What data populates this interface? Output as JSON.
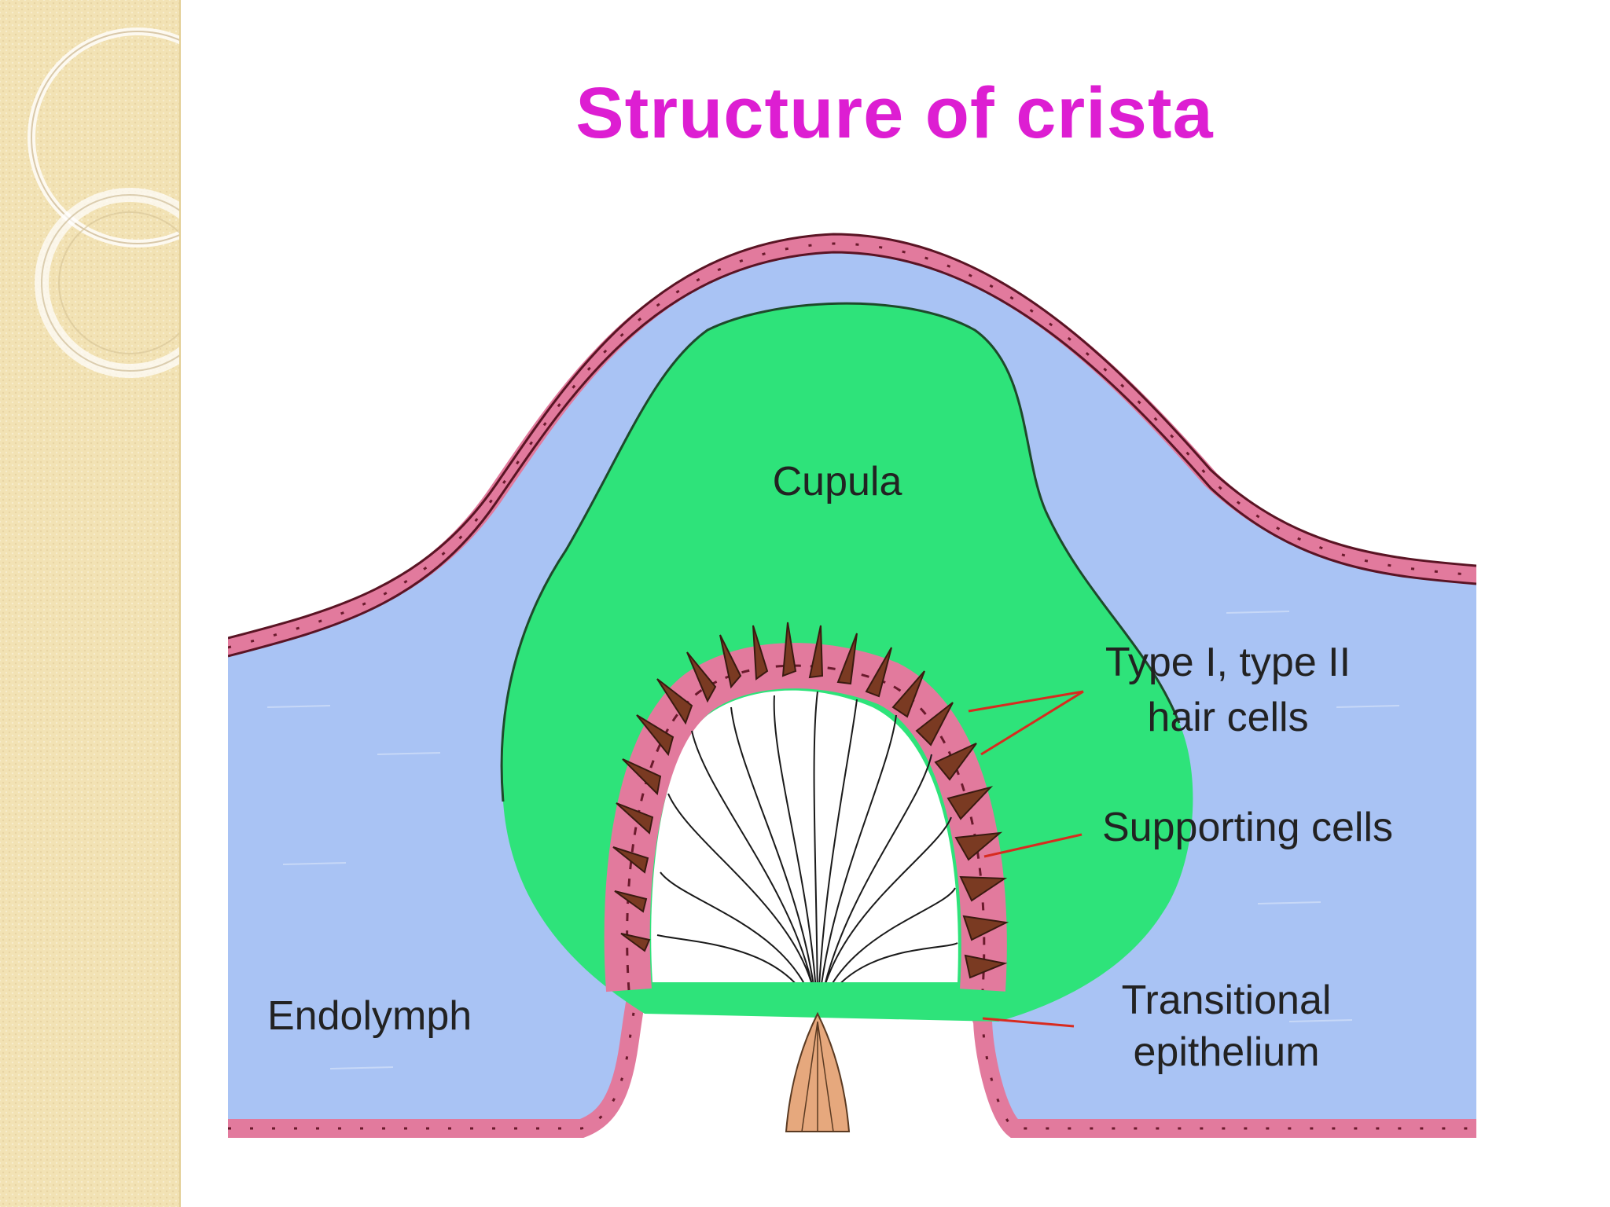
{
  "slide": {
    "title": "Structure of crista"
  },
  "diagram": {
    "labels": {
      "cupula": "Cupula",
      "hair_cells_line1": "Type I, type II",
      "hair_cells_line2": "hair cells",
      "supporting_cells": "Supporting cells",
      "transitional_line1": "Transitional",
      "transitional_line2": "epithelium",
      "endolymph": "Endolymph"
    },
    "colors": {
      "endolymph": "#a9c3f4",
      "cupula": "#2ee37a",
      "epithelium": "#e27a9d",
      "hair_cell": "#7a3a22",
      "nerve": "#e6a87d",
      "pointer": "#d82b1f",
      "title": "#dd1ed2"
    }
  }
}
